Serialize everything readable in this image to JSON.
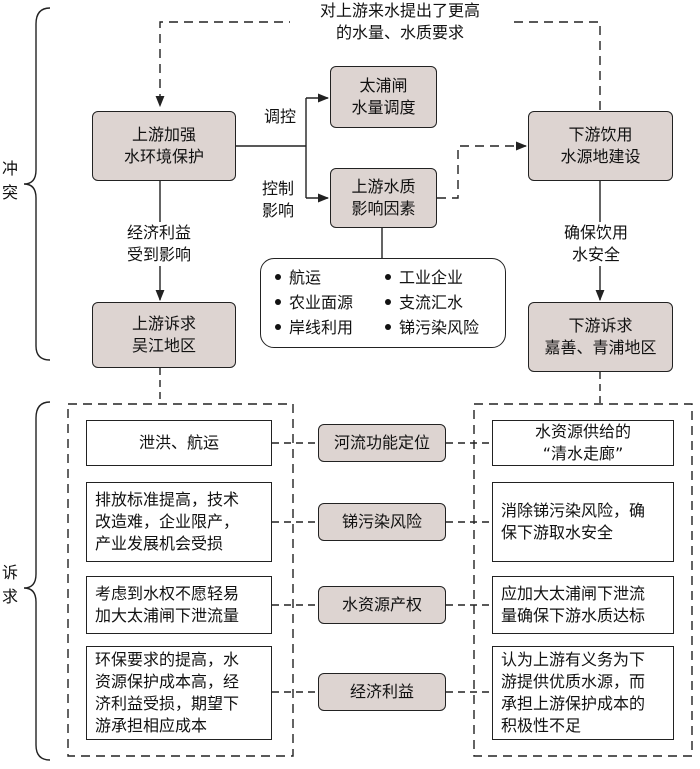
{
  "side_labels": {
    "conflict": [
      "冲",
      "突"
    ],
    "demand": [
      "诉",
      "求"
    ]
  },
  "top_note": "对上游来水提出了更高\n的水量、水质要求",
  "nodes": {
    "upstream_protect": "上游加强\n水环境保护",
    "taipu_dispatch": "太浦闸\n水量调度",
    "quality_factors": "上游水质\n影响因素",
    "downstream_source": "下游饮用\n水源地建设",
    "upstream_demand": "上游诉求\n吴江地区",
    "downstream_demand": "下游诉求\n嘉善、青浦地区"
  },
  "edge_labels": {
    "regulate": "调控",
    "control": "控制\n影响",
    "economic_affected": "经济利益\n受到影响",
    "ensure_safety": "确保饮用\n水安全"
  },
  "factors": [
    "航运",
    "工业企业",
    "农业面源",
    "支流汇水",
    "岸线利用",
    "锑污染风险"
  ],
  "rows": [
    {
      "center": "河流功能定位",
      "left": "泄洪、航运",
      "right": "水资源供给的\n“清水走廊”"
    },
    {
      "center": "锑污染风险",
      "left": "排放标准提高，技术\n改造难，企业限产，\n产业发展机会受损",
      "right": "消除锑污染风险，确\n保下游取水安全"
    },
    {
      "center": "水资源产权",
      "left": "考虑到水权不愿轻易\n加大太浦闸下泄流量",
      "right": "应加大太浦闸下泄流\n量确保下游水质达标"
    },
    {
      "center": "经济利益",
      "left": "环保要求的提高，水\n资源保护成本高，经\n济利益受损，期望下\n游承担相应成本",
      "right": "认为上游有义务为下\n游提供优质水源，而\n承担上游保护成本的\n积极性不足"
    }
  ]
}
